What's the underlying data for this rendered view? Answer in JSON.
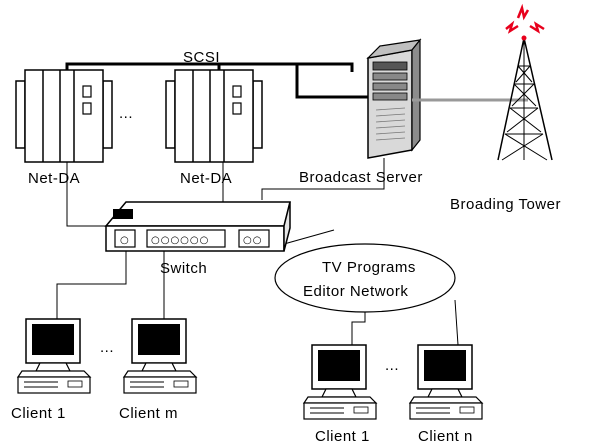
{
  "labels": {
    "scsi": "SCSI",
    "netda_1": "Net-DA",
    "netda_2": "Net-DA",
    "netda_ellipsis": "...",
    "broadcast_server": "Broadcast Server",
    "tower": "Broading Tower",
    "switch": "Switch",
    "switch_ports": "○○○○○○",
    "switch_left_port": "○",
    "switch_right_ports": "○○",
    "tv_line1": "TV Programs",
    "tv_line2": "Editor Network",
    "client_1_left": "Client 1",
    "client_m": "Client m",
    "client_left_ellipsis": "...",
    "client_1_right": "Client 1",
    "client_n": "Client n",
    "client_right_ellipsis": "..."
  },
  "colors": {
    "line": "#000000",
    "gray_line": "#999999",
    "tower_beacon": "#e8001c"
  }
}
